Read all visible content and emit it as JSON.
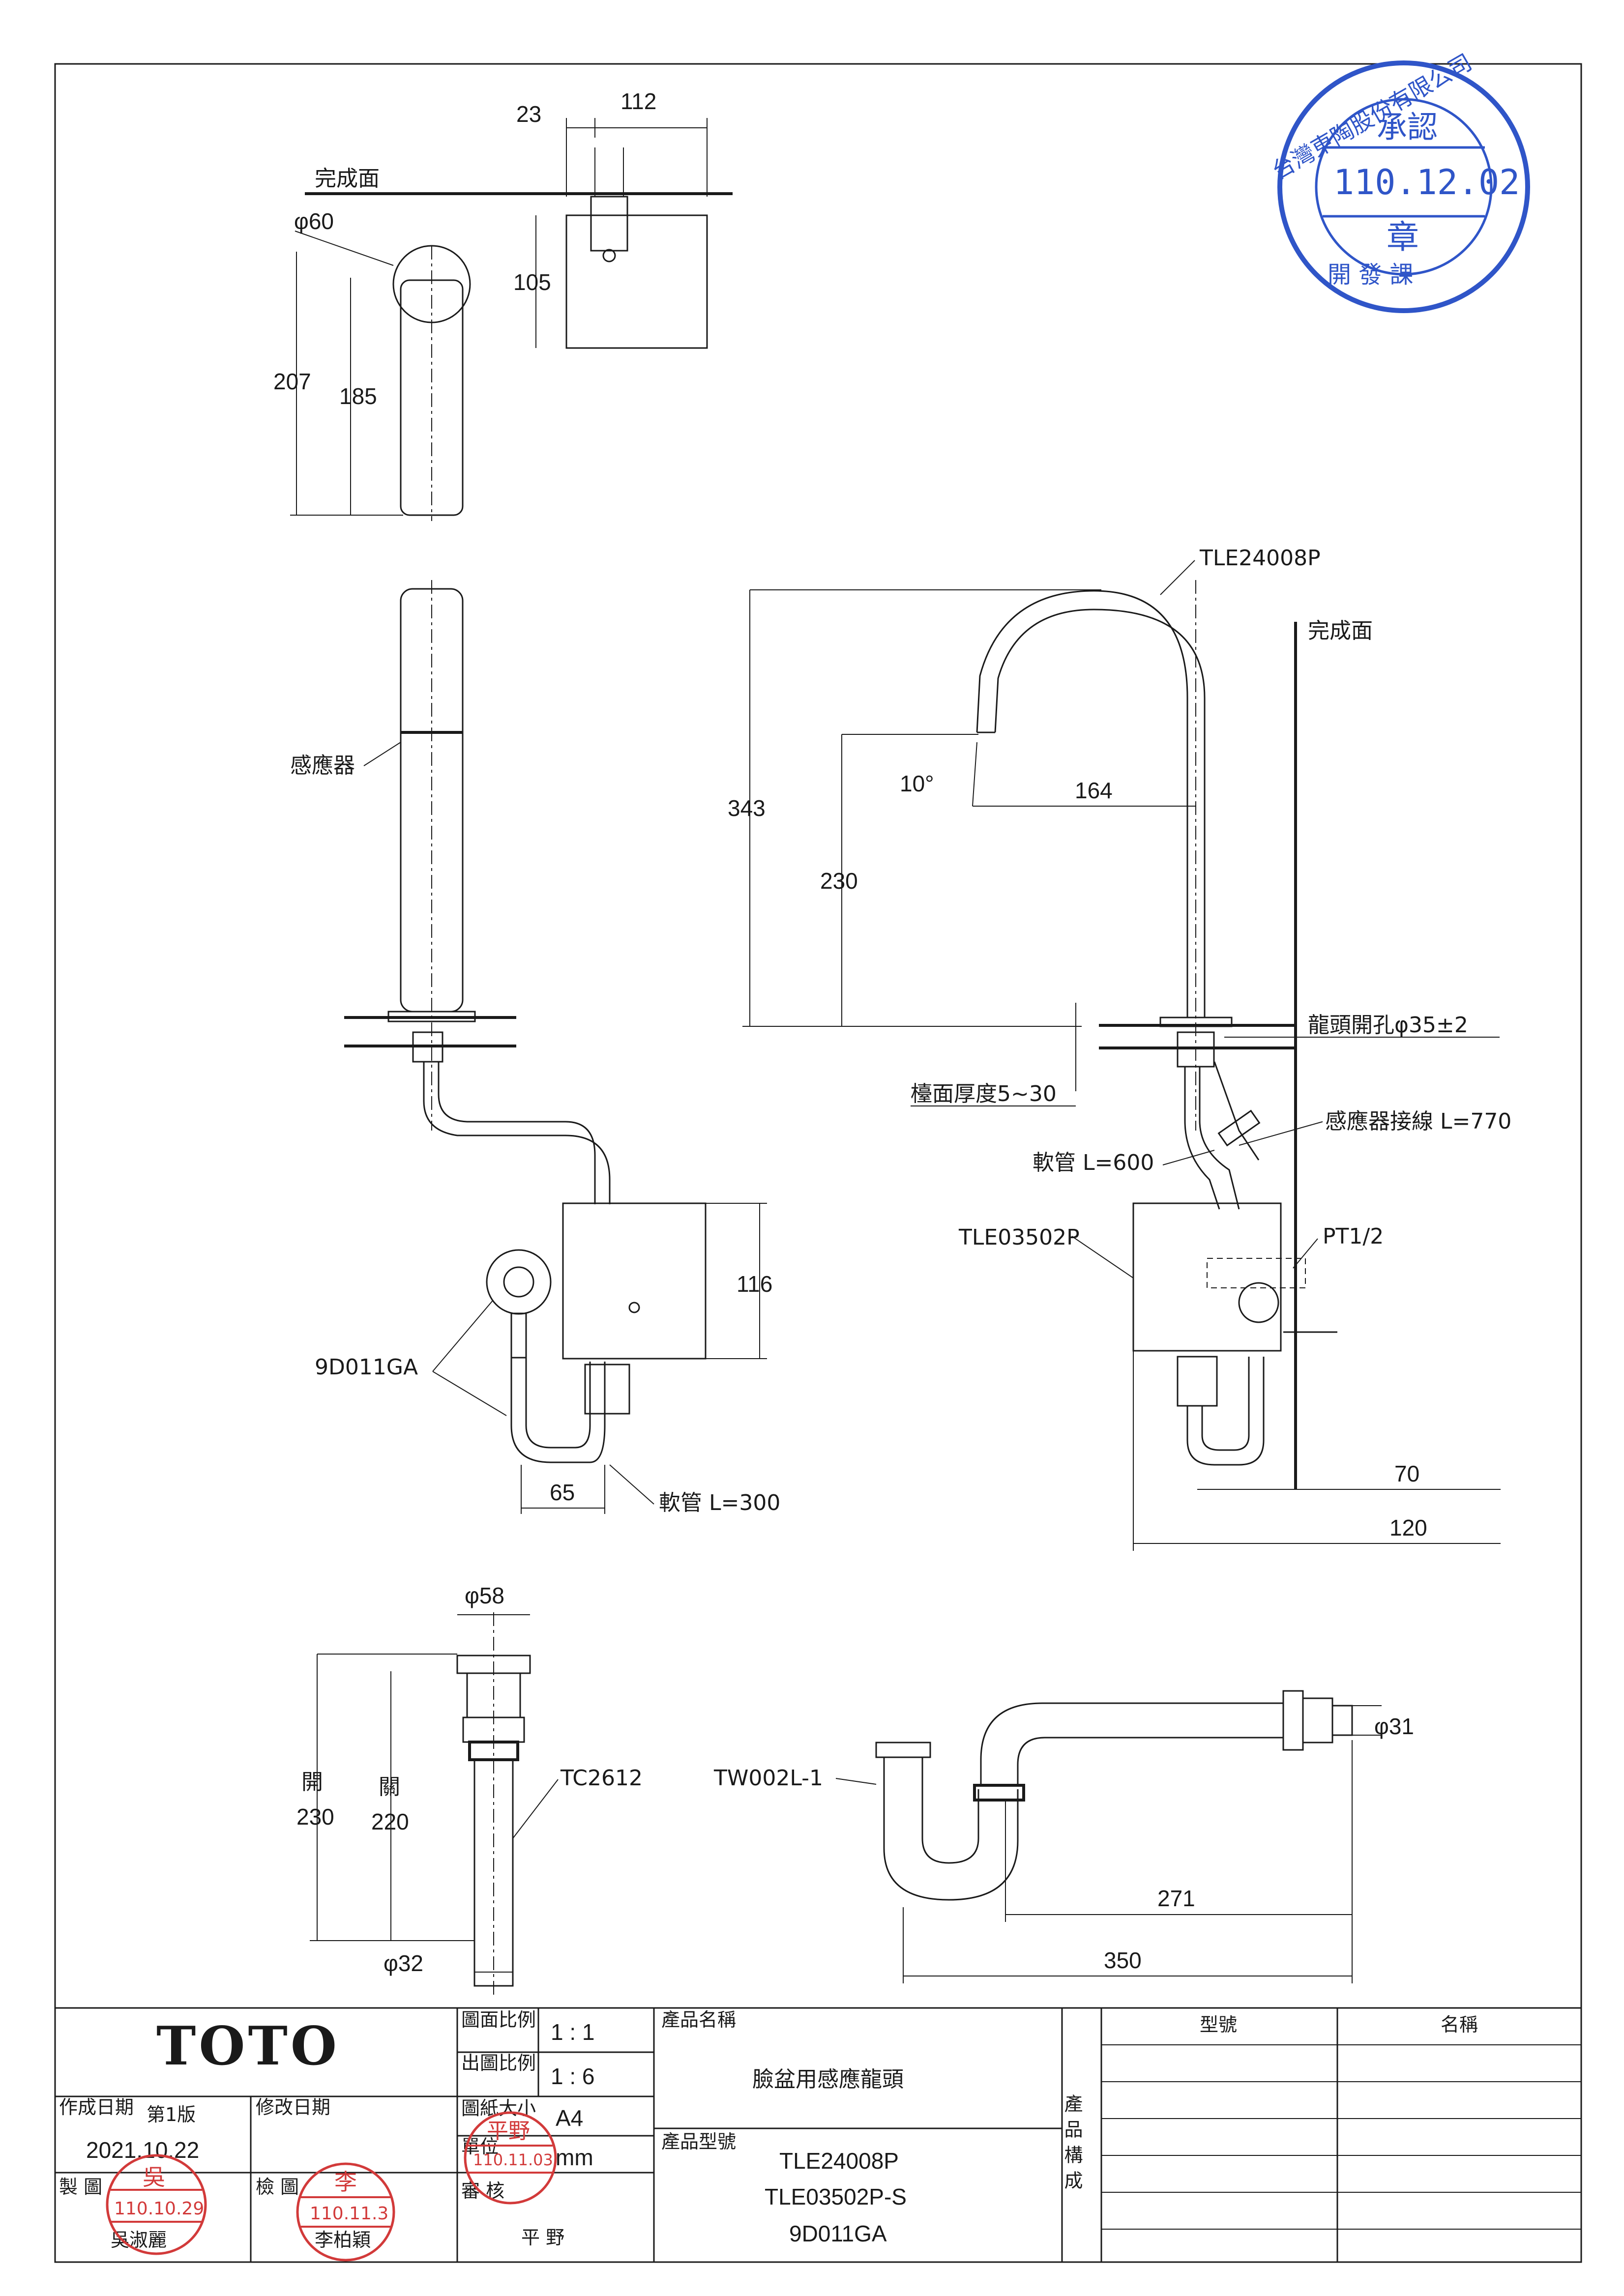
{
  "labels": {
    "finish_surface_top": "完成面",
    "finish_surface_right": "完成面",
    "sensor": "感應器",
    "model_spout": "TLE24008P",
    "model_valve_label": "TLE03502P",
    "model_fitting": "9D011GA",
    "faucet_hole": "龍頭開孔φ35±2",
    "counter_thickness": "檯面厚度5~30",
    "sensor_cable": "感應器接線 L=770",
    "hose_600": "軟管 L=600",
    "hose_300": "軟管 L=300",
    "pt_thread": "PT1/2",
    "drain_model": "TC2612",
    "trap_model": "TW002L-1",
    "open_label": "開",
    "close_label": "關"
  },
  "dimensions": {
    "d23": "23",
    "d112": "112",
    "phi60": "φ60",
    "d105": "105",
    "d207": "207",
    "d185": "185",
    "d343": "343",
    "d230_spout": "230",
    "angle": "10°",
    "d164": "164",
    "d116": "116",
    "d65": "65",
    "d70": "70",
    "d120": "120",
    "phi58": "φ58",
    "d230_open": "230",
    "d220_close": "220",
    "phi32": "φ32",
    "phi31": "φ31",
    "d271": "271",
    "d350": "350"
  },
  "title_block": {
    "brand": "TOTO",
    "drawing_scale_label": "圖面比例",
    "drawing_scale": "1 : 1",
    "output_scale_label": "出圖比例",
    "output_scale": "1 : 6",
    "paper_size_label": "圖紙大小",
    "paper_size": "A4",
    "unit_label": "單位",
    "unit": "mm",
    "review_label": "審 核",
    "review_name": "平 野",
    "created_date_label": "作成日期",
    "edition": "第1版",
    "created_date": "2021.10.22",
    "revised_date_label": "修改日期",
    "drawn_label": "製 圖",
    "drawn_name": "吳淑麗",
    "checked_label": "檢 圖",
    "checked_name": "李柏穎",
    "product_name_label": "產品名稱",
    "product_name": "臉盆用感應龍頭",
    "product_model_label": "產品型號",
    "product_models": [
      "TLE24008P",
      "TLE03502P-S",
      "9D011GA"
    ],
    "composition_label": "產品構成",
    "col_model": "型號",
    "col_name": "名稱"
  },
  "stamps": {
    "approval_company": "台灣東陶股份有限公司",
    "approval_title": "承認",
    "approval_date": "110.12.02",
    "approval_seal": "章",
    "approval_dept": "開 發 課",
    "drawn_stamp_date": "110.10.29",
    "drawn_stamp_name": "吳",
    "checked_stamp_date": "110.11.3",
    "checked_stamp_name": "李",
    "review_stamp_date": "110.11.03",
    "review_stamp_name": "平野"
  },
  "colors": {
    "stamp_blue": "#2f55c8",
    "stamp_red": "#d23a3a",
    "ink": "#1a1a1a"
  }
}
